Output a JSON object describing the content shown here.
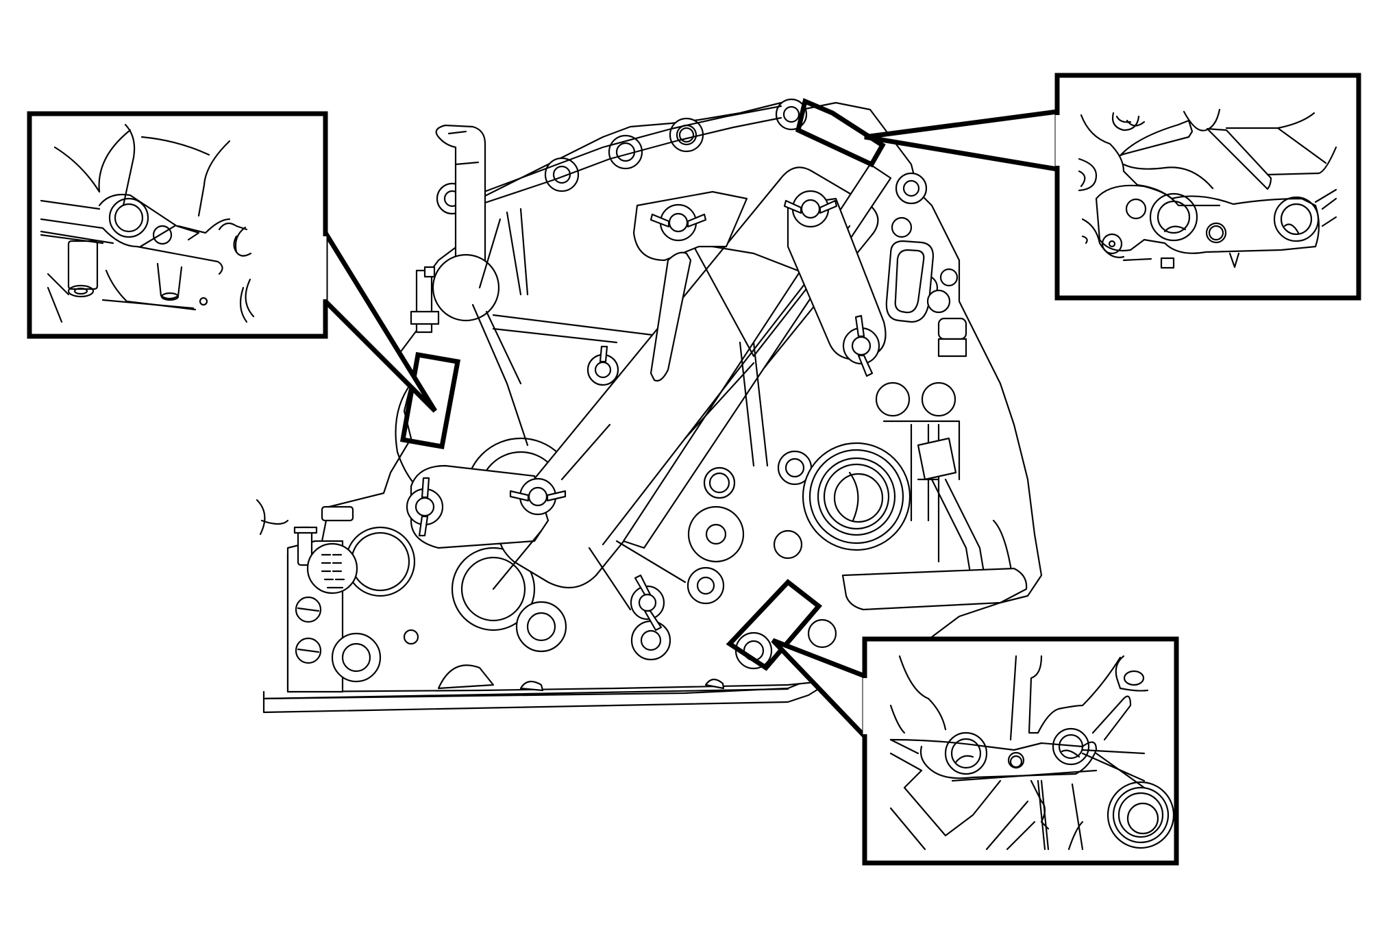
{
  "diagram": {
    "subject": "transmission-case-with-holding-tool",
    "line_color": "#000000",
    "background": "#ffffff",
    "callouts": [
      {
        "id": "callout-left",
        "detail": "mounting-bracket-bolt-left"
      },
      {
        "id": "callout-top-right",
        "detail": "mounting-bracket-bolt-top"
      },
      {
        "id": "callout-bottom-right",
        "detail": "mounting-bracket-bolt-bottom"
      }
    ],
    "wing_nut_count": 7,
    "highlight_box_count": 3
  }
}
